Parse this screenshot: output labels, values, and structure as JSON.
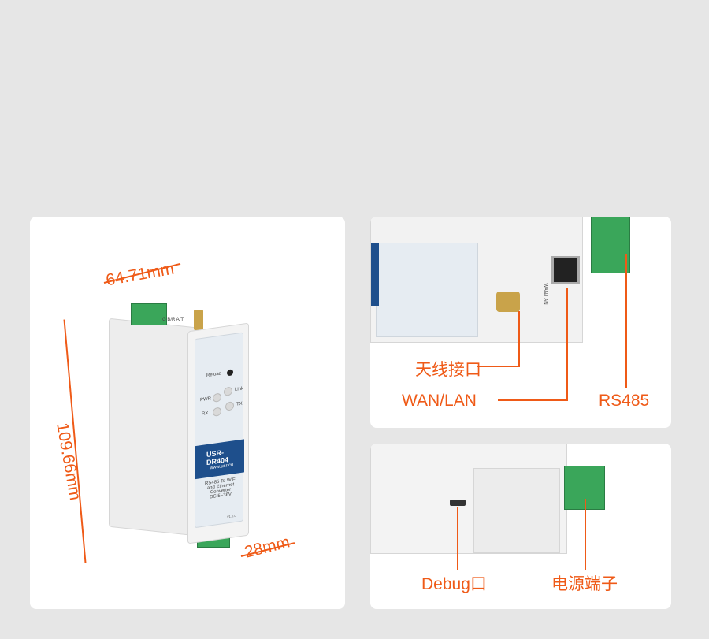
{
  "dimensions": {
    "width": "64.71mm",
    "height": "109.66mm",
    "depth": "28mm"
  },
  "device": {
    "model": "USR-DR404",
    "website": "www.usr.cn",
    "description_line1": "RS485 To WiFi",
    "description_line2": "and Ethernet Converter",
    "power": "DC:5~36V",
    "version": "V1.0.0",
    "reload_label": "Reload",
    "led_labels": [
      "PWR",
      "Link",
      "RX",
      "TX"
    ],
    "terminal_label": "G B/R A/T",
    "port_label": "WAN/LAN"
  },
  "callouts": {
    "antenna": "天线接口",
    "wan_lan": "WAN/LAN",
    "rs485": "RS485",
    "debug": "Debug口",
    "power_terminal": "电源端子"
  },
  "colors": {
    "accent": "#ef5a17",
    "brand_blue": "#1e4f8c",
    "terminal_green": "#3aa65a"
  }
}
